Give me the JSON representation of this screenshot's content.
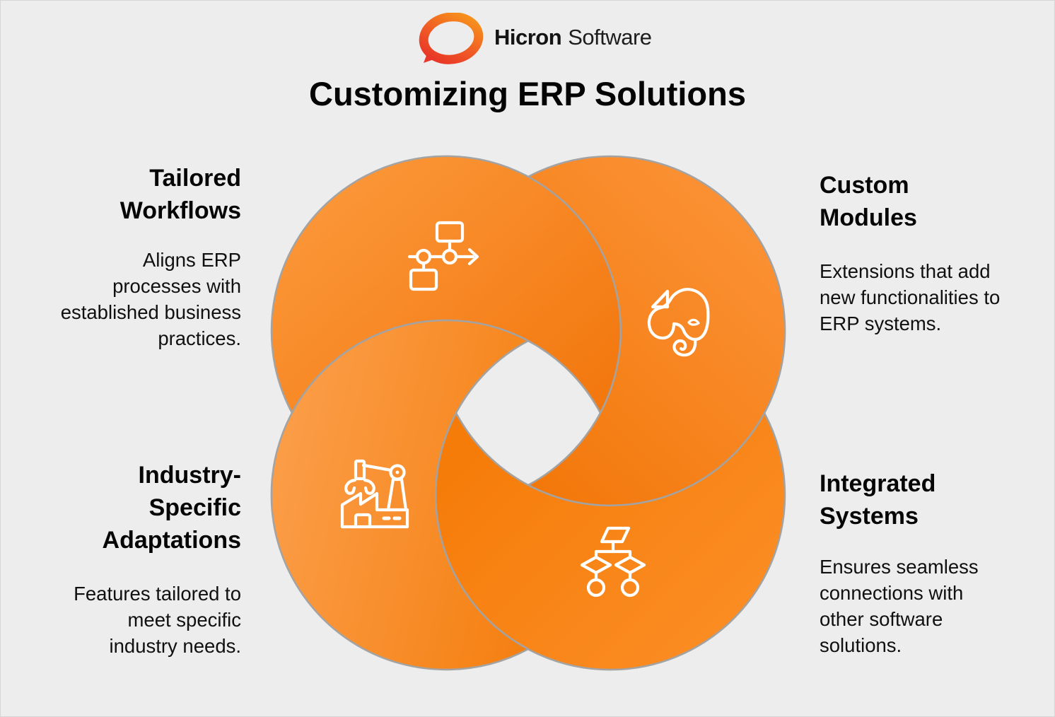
{
  "header": {
    "logo": {
      "brand_bold": "Hicron",
      "brand_light": "Software",
      "icon": "speech-bubble-ring-icon"
    },
    "title": "Customizing ERP Solutions"
  },
  "features": [
    {
      "id": "tailored-workflows",
      "position": "top-left",
      "heading": "Tailored\nWorkflows",
      "body": "Aligns ERP\nprocesses with\nestablished business\npractices.",
      "icon": "workflow-icon"
    },
    {
      "id": "custom-modules",
      "position": "top-right",
      "heading": "Custom\nModules",
      "body": "Extensions that add\nnew functionalities to\nERP systems.",
      "icon": "elephant-icon"
    },
    {
      "id": "industry-specific-adaptations",
      "position": "bottom-left",
      "heading": "Industry-\nSpecific\nAdaptations",
      "body": "Features tailored to\nmeet specific\nindustry needs.",
      "icon": "factory-robot-icon"
    },
    {
      "id": "integrated-systems",
      "position": "bottom-right",
      "heading": "Integrated\nSystems",
      "body": "Ensures seamless\nconnections with\nother software\nsolutions.",
      "icon": "hierarchy-icon"
    }
  ],
  "colors": {
    "background": "#EDEDEE",
    "blade_light": "#FB9638",
    "blade_dark": "#F3770B",
    "blade_border": "#A3A3A3",
    "icon_stroke": "#FFFFFF",
    "logo_orange": "#F89C1A",
    "logo_red": "#E62E28",
    "text": "#0B0B0B"
  }
}
